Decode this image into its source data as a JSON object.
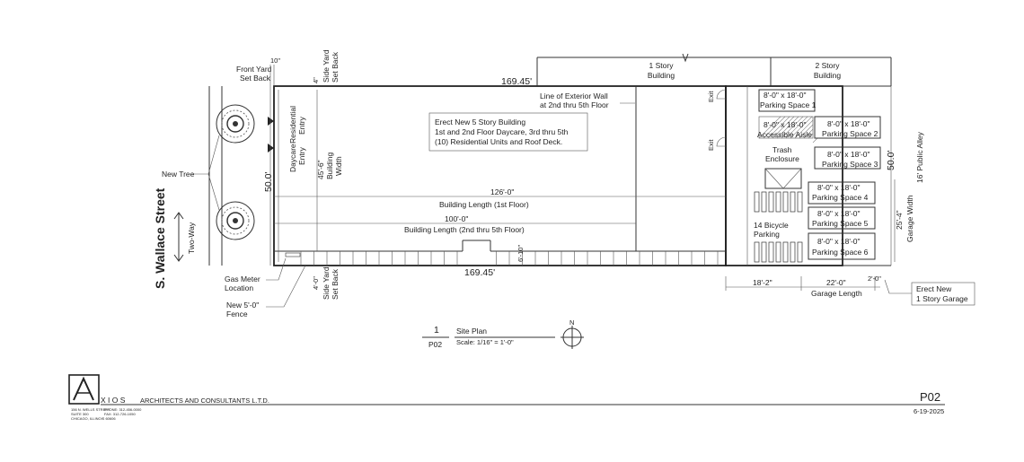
{
  "dimensions": {
    "front_yard_setback": "10\"",
    "side_yard_setback_top": "4\"",
    "lot_length_top": "169.45'",
    "lot_length_bottom": "169.45'",
    "lot_width_left": "50.0'",
    "lot_width_right": "50.0'",
    "building_width": "45'-6\"",
    "length_first_floor": "126'-0\"",
    "length_upper_floors": "100'-0\"",
    "notch": "6'-10\"",
    "side_yard_setback_bottom": "4'-0\"",
    "parking_depth": "18'-2\"",
    "garage_length": "22'-0\"",
    "garage_extra": "2'-0\"",
    "garage_width": "25'-4\""
  },
  "labels": {
    "front_yard_setback": [
      "Front Yard",
      "Set Back"
    ],
    "side_yard_setback": [
      "Side Yard",
      "Set Back"
    ],
    "building_length_first": "Building Length (1st Floor)",
    "building_length_upper": "Building Length (2nd thru 5th Floor)",
    "building_width": [
      "Building",
      "Width"
    ],
    "residential_entry": [
      "Residential",
      "Entry"
    ],
    "daycare_entry": [
      "Daycare",
      "Entry"
    ],
    "exterior_wall_note": [
      "Line of Exterior Wall",
      "at 2nd thru 5th Floor"
    ],
    "building_description": [
      "Erect New 5 Story Building",
      "1st and 2nd Floor Daycare, 3rd thru 5th",
      "(10) Residential Units and Roof Deck."
    ],
    "one_story_building": [
      "1 Story",
      "Building"
    ],
    "two_story_building": [
      "2 Story",
      "Building"
    ],
    "exit_1": "Exit",
    "exit_2": "Exit",
    "trash_enclosure": [
      "Trash",
      "Enclosure"
    ],
    "bicycle_parking": [
      "14 Bicycle",
      "Parking"
    ],
    "accessible_aisle_size": "8'-0\" x 18'-0\"",
    "accessible_aisle": "Accessible Aisle",
    "garage_width_label": "Garage Width",
    "garage_length_label": "Garage Length",
    "public_alley": "16' Public Alley",
    "new_tree": "New Tree",
    "street": "S. Wallace Street",
    "two_way": "Two-Way",
    "gas_meter": [
      "Gas Meter",
      "Location"
    ],
    "new_fence": [
      "New 5'-0\"",
      "Fence"
    ],
    "new_garage": [
      "Erect New",
      "1 Story Garage"
    ]
  },
  "parking_spaces": [
    {
      "size": "8'-0\" x 18'-0\"",
      "label": "Parking Space 1"
    },
    {
      "size": "8'-0\" x 18'-0\"",
      "label": "Parking Space 2"
    },
    {
      "size": "8'-0\" x 18'-0\"",
      "label": "Parking Space 3"
    },
    {
      "size": "8'-0\" x 18'-0\"",
      "label": "Parking Space 4"
    },
    {
      "size": "8'-0\" x 18'-0\"",
      "label": "Parking Space 5"
    },
    {
      "size": "8'-0\" x 18'-0\"",
      "label": "Parking Space 6"
    }
  ],
  "title_block": {
    "drawing_number": "1",
    "sheet_ref": "P02",
    "title": "Site Plan",
    "scale": "Scale: 1/16\" = 1'-0\"",
    "north": "N",
    "firm_letters": "X I O S",
    "firm_name": "ARCHITECTS AND CONSULTANTS L.T.D.",
    "address": [
      "156 N. WELLS STREET",
      "SUITE 300",
      "CHICAGO, ILLINOIS 60606"
    ],
    "phone": [
      "PHONE: 312-456-0000",
      "FAX: 312-726-1050"
    ],
    "sheet_number": "P02",
    "date": "6-19-2025"
  }
}
